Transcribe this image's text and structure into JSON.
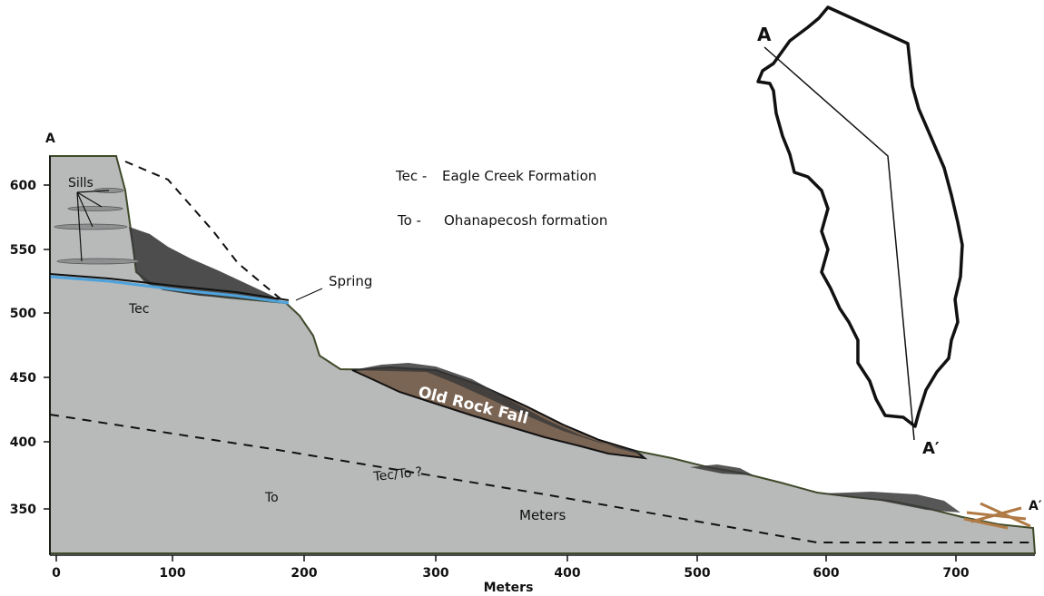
{
  "section": {
    "left_label": "A",
    "right_label": "A′"
  },
  "axes": {
    "y_ticks": [
      "600",
      "550",
      "500",
      "450",
      "400",
      "350"
    ],
    "x_ticks": [
      "0",
      "100",
      "200",
      "300",
      "400",
      "500",
      "600",
      "700"
    ],
    "x_title": "Meters"
  },
  "legend": [
    {
      "code": "Tec -",
      "name": "Eagle Creek Formation"
    },
    {
      "code": "To -",
      "name": "Ohanapecosh formation"
    }
  ],
  "labels": {
    "sills": "Sills",
    "spring": "Spring",
    "tec": "Tec",
    "old_rock_fall": "Old Rock Fall",
    "contact": "Tec/To ?",
    "to": "To",
    "meters": "Meters"
  },
  "inset_map": {
    "start": "A",
    "end": "A′"
  },
  "colors": {
    "bedrock": "#b8b9b9",
    "old_rock_fall": "#7a6453",
    "spring_water": "#4ea3dd",
    "talus": "#2a2a2a",
    "logs": "#b07a45"
  }
}
